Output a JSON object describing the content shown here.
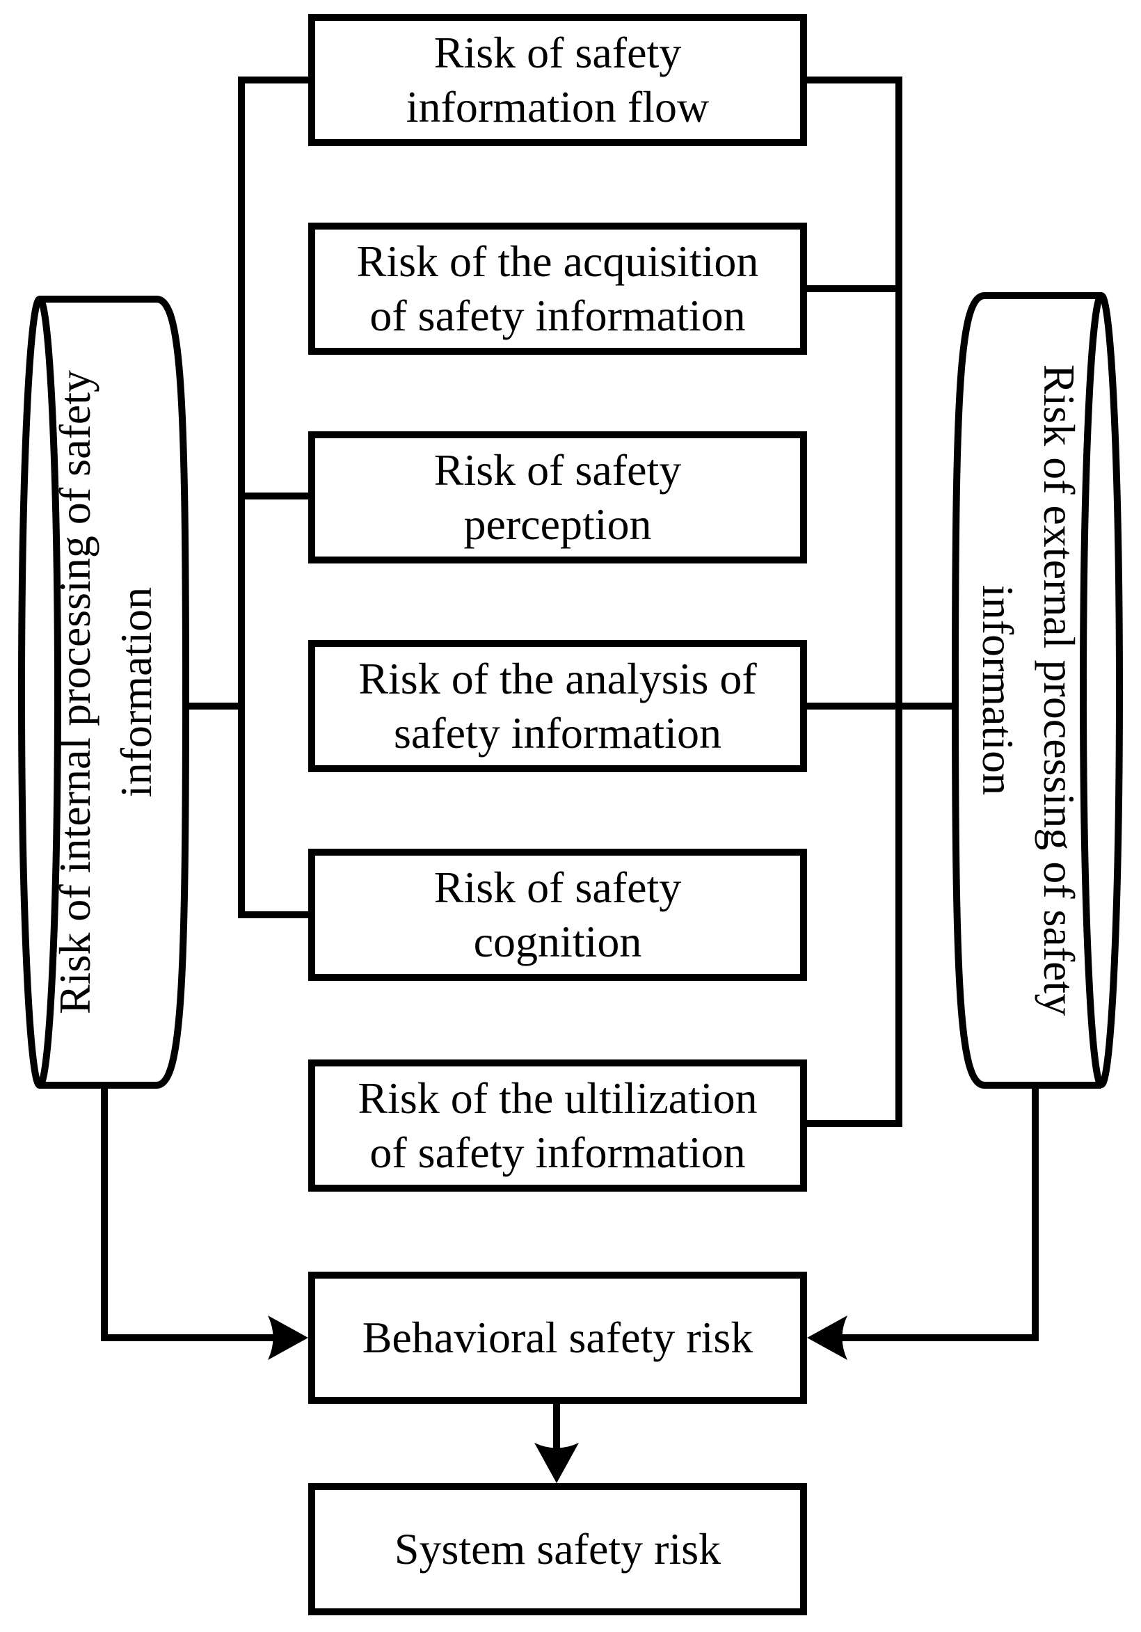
{
  "colors": {
    "stroke": "#000000",
    "background": "#ffffff",
    "text": "#000000"
  },
  "cylinders": {
    "internal": {
      "line1": "Risk of internal processing of safety",
      "line2": "information"
    },
    "external": {
      "line1": "Risk of external processing of safety",
      "line2": "information"
    }
  },
  "risk_boxes": [
    {
      "line1": "Risk of safety",
      "line2": "information flow"
    },
    {
      "line1": "Risk of the acquisition",
      "line2": "of safety information"
    },
    {
      "line1": "Risk of safety",
      "line2": "perception"
    },
    {
      "line1": "Risk of the analysis of",
      "line2": "safety information"
    },
    {
      "line1": "Risk of safety",
      "line2": "cognition"
    },
    {
      "line1": "Risk of the ultilization",
      "line2": "of safety information"
    }
  ],
  "outcome_boxes": {
    "behavioral": {
      "label": "Behavioral safety risk"
    },
    "system": {
      "label": "System safety risk"
    }
  }
}
